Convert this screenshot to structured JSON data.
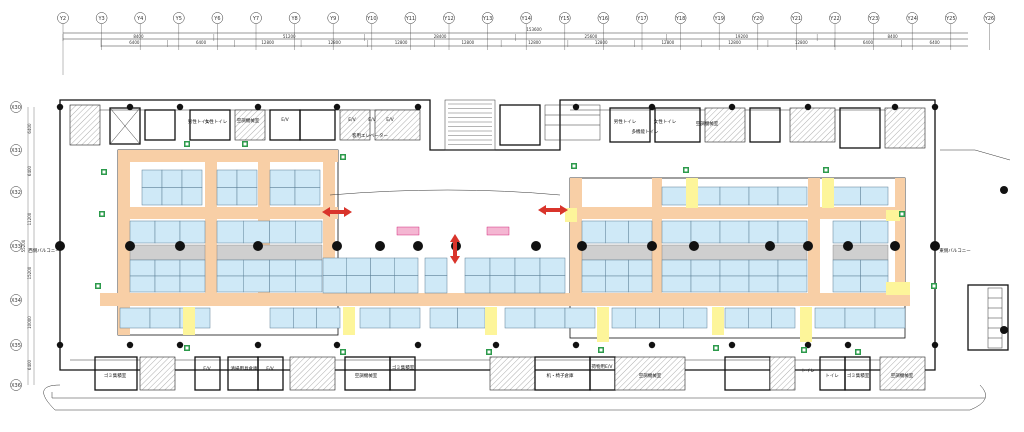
{
  "grid": {
    "columns": [
      "Y2",
      "Y3",
      "Y4",
      "Y5",
      "Y6",
      "Y7",
      "Y8",
      "Y9",
      "Y10",
      "Y11",
      "Y12",
      "Y13",
      "Y14",
      "Y15",
      "Y16",
      "Y17",
      "Y18",
      "Y19",
      "Y20",
      "Y21",
      "Y22",
      "Y23",
      "Y24",
      "Y25",
      "Y26"
    ],
    "rows": [
      "X30",
      "X31",
      "X32",
      "X33",
      "X34",
      "X35",
      "X36"
    ]
  },
  "dimensions": {
    "overall": "153600",
    "row1": [
      "8400",
      "51200",
      "28400",
      "25600",
      "19200",
      "8400"
    ],
    "row2": [
      "6400",
      "6400",
      "12800",
      "12800",
      "12800",
      "12800",
      "12800",
      "12800",
      "12800",
      "12800",
      "12800",
      "6400",
      "6400"
    ],
    "row_left": [
      "6400",
      "6400",
      "11200",
      "15200",
      "10000",
      "6400"
    ],
    "row_left_total": "55200"
  },
  "rooms": {
    "toilet_m_a": "男性トイレ",
    "toilet_f_a": "女性トイレ",
    "ac_room_top_a": "空調機械室",
    "ev_a": "E/V",
    "ev_b": "E/V",
    "ev_c": "E/V",
    "ev_d": "E/V",
    "guest_elevator": "客用エレベーター",
    "toilet_m_b": "男性トイレ",
    "toilet_multi_b": "多機能トイレ",
    "toilet_f_b": "女性トイレ",
    "ac_room_top_b": "空調機械室",
    "balcony_west": "西側バルコニー",
    "balcony_east": "東側バルコニー",
    "store_bl": "ゴミ集積室",
    "ev_bl": "E/V",
    "storage_bl": "清掃用具倉庫",
    "ev_bl2": "E/V",
    "ac_room_bl": "空調機械室",
    "store_bl2": "ゴミ集積室",
    "desk_store": "机・椅子倉庫",
    "freight_ev": "荷物用E/V",
    "ac_room_bc": "空調機械室",
    "ac_room_br": "空調機械室",
    "toilet_br": "トイレ",
    "toilet_br2": "トイレ",
    "store_br": "ゴミ集積室"
  },
  "colors": {
    "booth": "#cfe9f7",
    "aisle": "#f8cfa6",
    "exit_marker": "#fdf59a",
    "emergency_exit": "#2c9a4b",
    "connection_arrow": "#d9342b",
    "pink_fixture": "#f4b6d2",
    "column": "#111111"
  },
  "icons": {
    "emergency_exit": "green-running-man-exit-icon",
    "connection": "red-double-arrow-icon"
  }
}
